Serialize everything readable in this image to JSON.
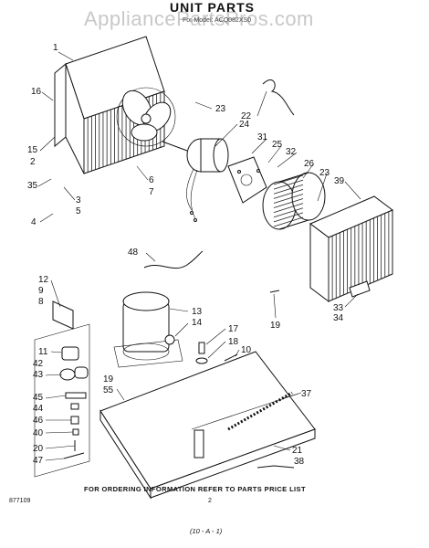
{
  "header": {
    "watermark": "AppliancePartsPros.com",
    "title": "UNIT PARTS",
    "subtitle": "For Model: ACQ082XS0"
  },
  "callouts": [
    {
      "id": "1",
      "text": "1"
    },
    {
      "id": "16",
      "text": "16"
    },
    {
      "id": "15",
      "text": "15"
    },
    {
      "id": "2",
      "text": "2"
    },
    {
      "id": "35",
      "text": "35"
    },
    {
      "id": "3",
      "text": "3"
    },
    {
      "id": "5",
      "text": "5"
    },
    {
      "id": "4",
      "text": "4"
    },
    {
      "id": "6",
      "text": "6"
    },
    {
      "id": "7",
      "text": "7"
    },
    {
      "id": "22",
      "text": "22"
    },
    {
      "id": "23a",
      "text": "23"
    },
    {
      "id": "24",
      "text": "24"
    },
    {
      "id": "31",
      "text": "31"
    },
    {
      "id": "25",
      "text": "25"
    },
    {
      "id": "32",
      "text": "32"
    },
    {
      "id": "26",
      "text": "26"
    },
    {
      "id": "23b",
      "text": "23"
    },
    {
      "id": "39",
      "text": "39"
    },
    {
      "id": "48",
      "text": "48"
    },
    {
      "id": "12",
      "text": "12"
    },
    {
      "id": "9",
      "text": "9"
    },
    {
      "id": "8",
      "text": "8"
    },
    {
      "id": "13",
      "text": "13"
    },
    {
      "id": "14",
      "text": "14"
    },
    {
      "id": "17",
      "text": "17"
    },
    {
      "id": "18",
      "text": "18"
    },
    {
      "id": "10",
      "text": "10"
    },
    {
      "id": "19a",
      "text": "19"
    },
    {
      "id": "33",
      "text": "33"
    },
    {
      "id": "34",
      "text": "34"
    },
    {
      "id": "11",
      "text": "11"
    },
    {
      "id": "42",
      "text": "42"
    },
    {
      "id": "43",
      "text": "43"
    },
    {
      "id": "45",
      "text": "45"
    },
    {
      "id": "44",
      "text": "44"
    },
    {
      "id": "46",
      "text": "46"
    },
    {
      "id": "40",
      "text": "40"
    },
    {
      "id": "20",
      "text": "20"
    },
    {
      "id": "47",
      "text": "47"
    },
    {
      "id": "19b",
      "text": "19"
    },
    {
      "id": "55",
      "text": "55"
    },
    {
      "id": "37",
      "text": "37"
    },
    {
      "id": "21",
      "text": "21"
    },
    {
      "id": "38",
      "text": "38"
    }
  ],
  "footer": {
    "ordering_note": "FOR ORDERING INFORMATION REFER TO PARTS PRICE LIST",
    "doc_number": "877109",
    "page_number": "2",
    "signature": "(10 - A - 1)"
  }
}
